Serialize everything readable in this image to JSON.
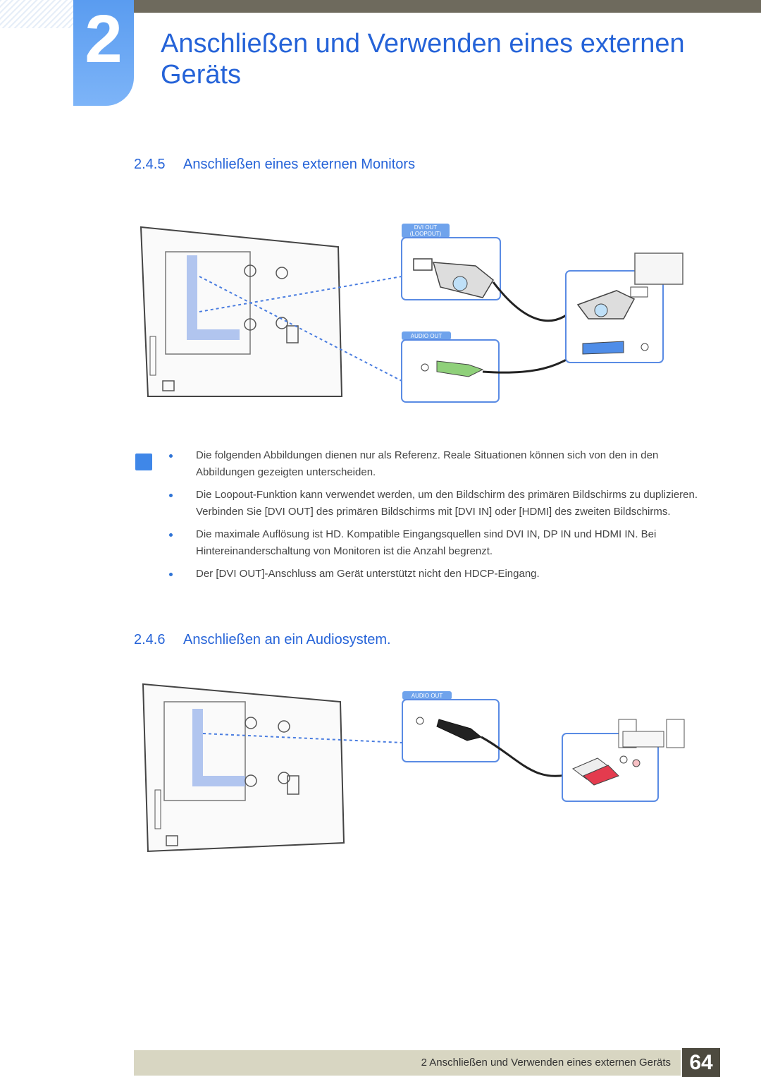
{
  "chapter": {
    "number": "2",
    "title_line1": "Anschließen und Verwenden eines externen",
    "title_line2": "Geräts"
  },
  "section1": {
    "number": "2.4.5",
    "title": "Anschließen eines externen Monitors"
  },
  "figure1": {
    "label_dvi_line1": "DVI OUT",
    "label_dvi_line2": "(LOOPOUT)",
    "label_audio": "AUDIO OUT"
  },
  "notes": [
    "Die folgenden Abbildungen dienen nur als Referenz. Reale Situationen können sich von den in den Abbildungen gezeigten unterscheiden.",
    "Die Loopout-Funktion kann verwendet werden, um den Bildschirm des primären Bildschirms zu duplizieren. Verbinden Sie [DVI OUT] des primären Bildschirms mit [DVI IN] oder [HDMI] des zweiten Bildschirms.",
    "Die maximale Auflösung ist HD. Kompatible Eingangsquellen sind DVI IN, DP IN und HDMI IN. Bei Hintereinanderschaltung von Monitoren ist die Anzahl begrenzt.",
    "Der [DVI OUT]-Anschluss am Gerät unterstützt nicht den HDCP-Eingang."
  ],
  "section2": {
    "number": "2.4.6",
    "title": "Anschließen an ein Audiosystem."
  },
  "figure2": {
    "label_audio": "AUDIO OUT"
  },
  "footer": {
    "text": "2 Anschließen und Verwenden eines externen Geräts",
    "page": "64"
  },
  "colors": {
    "accent": "#2563d8",
    "footer_bar": "#d8d6c2",
    "page_box": "#4d4a3f",
    "top_bar": "#6e6a5d"
  }
}
